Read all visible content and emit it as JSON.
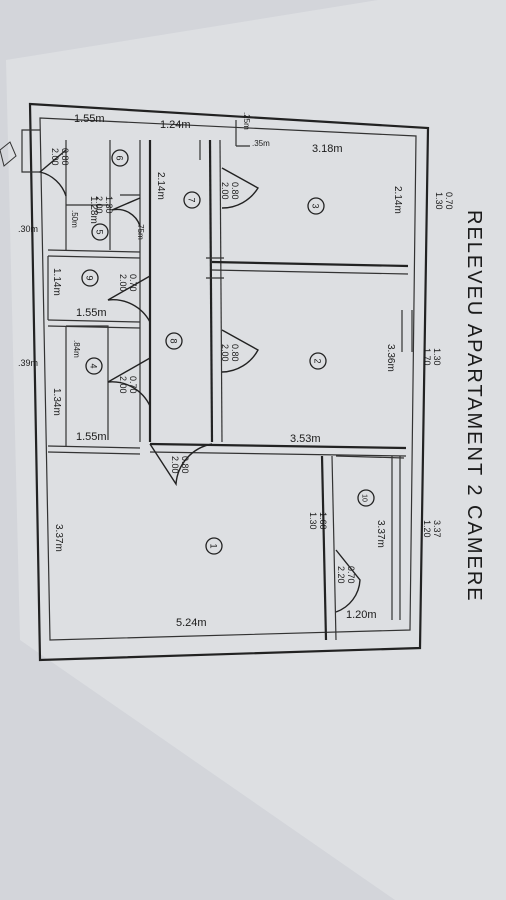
{
  "title": "RELEVEU APARTAMENT 2 CAMERE",
  "wall_dims": {
    "d155_top": "1.55m",
    "d124": "1.24m",
    "d25": ".25m",
    "d35_top": ".35m",
    "d318": "3.18m",
    "d214_room3": "2.14m",
    "d214_hall": "2.14m",
    "d128": "1.28m",
    "d30": ".30m",
    "d50": ".50m",
    "d75": ".75m",
    "d114": "1.14m",
    "d155_mid": "1.55m",
    "d84": ".84m",
    "d39": ".39m",
    "d134": "1.34m",
    "d155_bot": "1.55m",
    "d353": "3.53m",
    "d336": "3.36m",
    "d337_right": "3.37m",
    "d337_left": "3.37m",
    "d524": "5.24m",
    "d120": "1.20m"
  },
  "openings": {
    "o_070_130": [
      "0.70",
      "1.30"
    ],
    "o_130_170": [
      "1.30",
      "1.70"
    ],
    "o_337_120": [
      "3.37",
      "1.20"
    ],
    "o_080_200_entry": [
      "0.80",
      "2.00"
    ],
    "o_080_200_r3": [
      "0.80",
      "2.00"
    ],
    "o_130_200": [
      "1.30",
      "2.00"
    ],
    "o_070_200_r9": [
      "0.70",
      "2.00"
    ],
    "o_080_200_r2": [
      "0.80",
      "2.00"
    ],
    "o_070_200_r4": [
      "0.70",
      "2.00"
    ],
    "o_080_200_r1": [
      "0.80",
      "2.00"
    ],
    "o_160_130": [
      "1.60",
      "1.30"
    ],
    "o_070_220": [
      "0.70",
      "2.20"
    ]
  },
  "rooms": [
    "1",
    "2",
    "3",
    "4",
    "5",
    "6",
    "7",
    "8",
    "9",
    "10"
  ]
}
